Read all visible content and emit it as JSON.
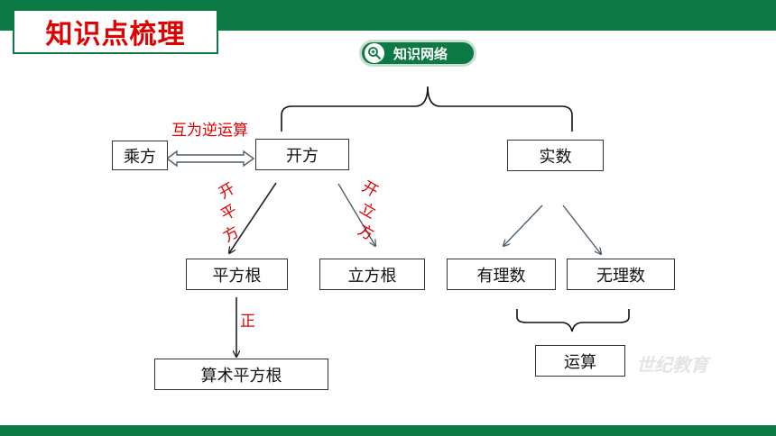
{
  "header": {
    "title": "知识点梳理"
  },
  "pill": {
    "label": "知识网络",
    "icon": "zoom-in-icon"
  },
  "nodes": {
    "chengfang": "乘方",
    "kaifang": "开方",
    "shishu": "实数",
    "pingfanggen": "平方根",
    "lifanggen": "立方根",
    "youlishu": "有理数",
    "wulishu": "无理数",
    "suanshu": "算术平方根",
    "yunsuan": "运算"
  },
  "labels": {
    "inverse": "互为逆运算",
    "kai_pingfang": [
      "开",
      "平",
      "方"
    ],
    "kai_lifang": [
      "开",
      "立",
      "方"
    ],
    "zheng": "正"
  },
  "watermark": "世纪教育",
  "colors": {
    "brand_green": "#0d7a45",
    "label_red": "#e00000"
  }
}
